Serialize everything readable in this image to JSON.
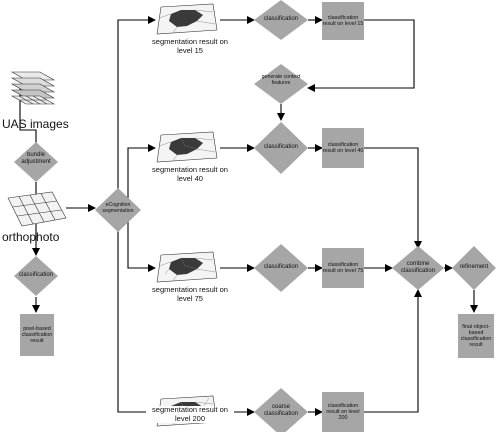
{
  "inputs": {
    "uas_images": "UAS images",
    "bundle_adjustment": "bundle adjustment",
    "orthophoto": "orthophoto",
    "classification": "classification",
    "pixel_based_result": "pixel-based classification result",
    "ecognition": "eCognition segmentation"
  },
  "levels": [
    {
      "segmentation": "segmentation result on level 15",
      "step": "classification",
      "result": "classification result on level 15"
    },
    {
      "segmentation": "segmentation result on level 40",
      "step": "classification",
      "result": "classification result on level 40"
    },
    {
      "segmentation": "segmentation result on level 75",
      "step": "classification",
      "result": "classification result on level 75"
    },
    {
      "segmentation": "segmentation result on level 200",
      "step": "coarse classification",
      "result": "classification result on level 200"
    }
  ],
  "context": {
    "generate": "generate context features"
  },
  "merge": {
    "combine": "combine classification",
    "refinement": "refinement",
    "final_result": "final object-based classification result"
  },
  "colors": {
    "node": "#a6a6a6",
    "line": "#000000",
    "map": "#3a3a3a"
  }
}
